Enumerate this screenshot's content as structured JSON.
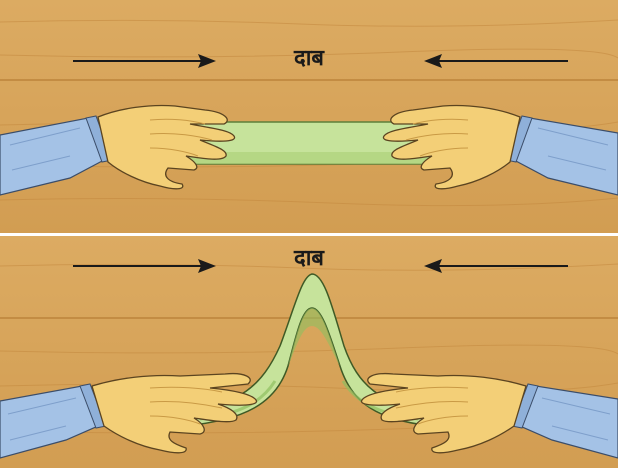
{
  "panels": [
    {
      "label": "दाब",
      "state": "flat-strip"
    },
    {
      "label": "दाब",
      "state": "folded-strip"
    }
  ],
  "colors": {
    "wood": "#d9a55a",
    "wood_dark": "#c98d3e",
    "wood_seam": "#b97f36",
    "strip": "#c6e39b",
    "strip_shadow": "#8fbf5f",
    "skin": "#f3cf77",
    "skin_shadow": "#e0b15a",
    "sleeve": "#9fbde3",
    "sleeve_shadow": "#7e9fcb",
    "arrow": "#1a1a1a"
  },
  "icons": [
    "arrow-right-icon",
    "arrow-left-icon",
    "hand-icon"
  ]
}
